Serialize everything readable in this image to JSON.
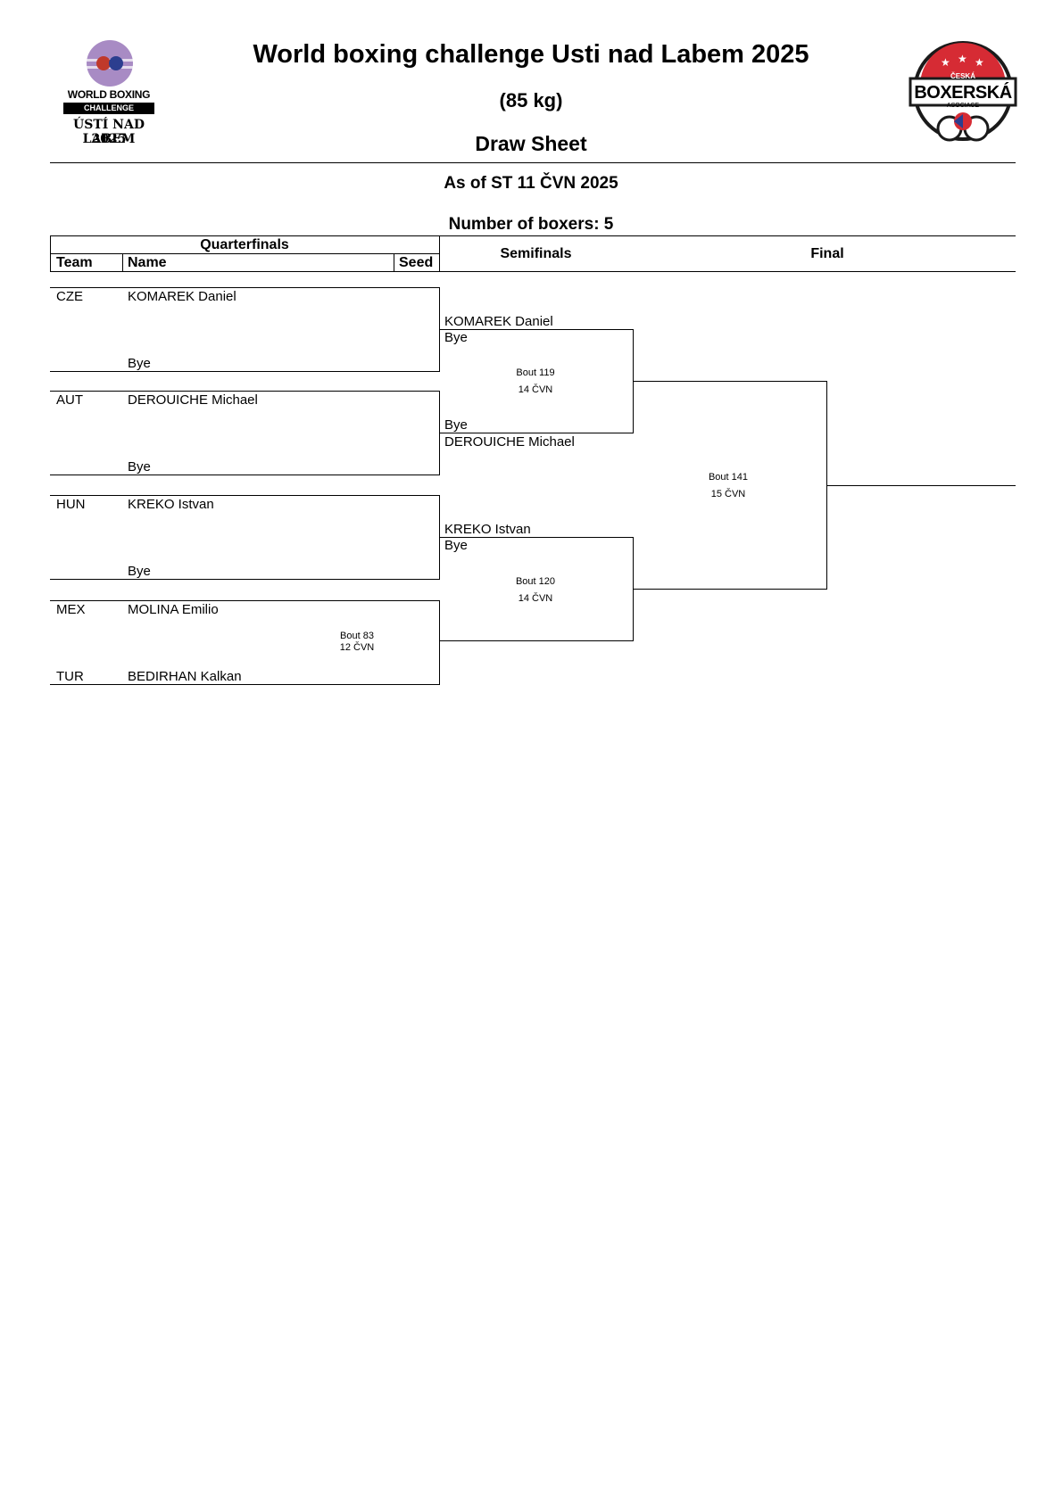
{
  "header": {
    "title": "World boxing challenge Usti nad Labem 2025",
    "weight": "(85 kg)",
    "sheet": "Draw Sheet",
    "as_of": "As of ST 11 ČVN 2025",
    "boxer_count": "Number of boxers: 5"
  },
  "logo_left": {
    "line1": "WORLD BOXING",
    "line2": "CHALLENGE",
    "line3": "ÚSTÍ NAD LABEM",
    "line4": "2025"
  },
  "logo_right": {
    "top": "ČESKÁ",
    "main": "BOXERSKÁ",
    "bottom": "ASOCIACE"
  },
  "columns": {
    "quarterfinals": "Quarterfinals",
    "team": "Team",
    "name": "Name",
    "seed": "Seed",
    "semifinals": "Semifinals",
    "final": "Final"
  },
  "quarterfinals": [
    {
      "team": "CZE",
      "name": "KOMAREK Daniel",
      "opponent": "Bye"
    },
    {
      "team": "AUT",
      "name": "DEROUICHE Michael",
      "opponent": "Bye"
    },
    {
      "team": "HUN",
      "name": "KREKO Istvan",
      "opponent": "Bye"
    },
    {
      "team": "MEX",
      "name": "MOLINA Emilio",
      "opponent_team": "TUR",
      "opponent": "BEDIRHAN Kalkan",
      "bout": "Bout 83",
      "date": "12 ČVN"
    }
  ],
  "semifinals": [
    {
      "top": "KOMAREK Daniel",
      "top_sub": "Bye",
      "bottom_sub": "Bye",
      "bottom": "DEROUICHE Michael",
      "bout": "Bout 119",
      "date": "14 ČVN"
    },
    {
      "top": "KREKO Istvan",
      "top_sub": "Bye",
      "bout": "Bout 120",
      "date": "14 ČVN"
    }
  ],
  "final": {
    "bout": "Bout 141",
    "date": "15 ČVN"
  }
}
